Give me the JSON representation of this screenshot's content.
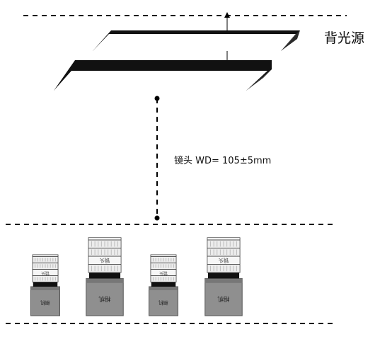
{
  "labels": {
    "backlight": "背光源",
    "lens_wd": "镜头 WD= 105±5mm"
  },
  "camera_units": [
    {
      "size": "small",
      "lens_text": "镜头",
      "body_text": "相机"
    },
    {
      "size": "large",
      "lens_text": "镜头",
      "body_text": "相机"
    },
    {
      "size": "small",
      "lens_text": "镜头",
      "body_text": "相机"
    },
    {
      "size": "large",
      "lens_text": "镜头",
      "body_text": "相机"
    }
  ],
  "colors": {
    "line": "#000000",
    "panel_dark": "#111111",
    "panel_light": "#ffffff",
    "camera_body": "#8f8f8f",
    "lens_ring": "#ececec",
    "lens_stripe": "#bdbdbd"
  }
}
